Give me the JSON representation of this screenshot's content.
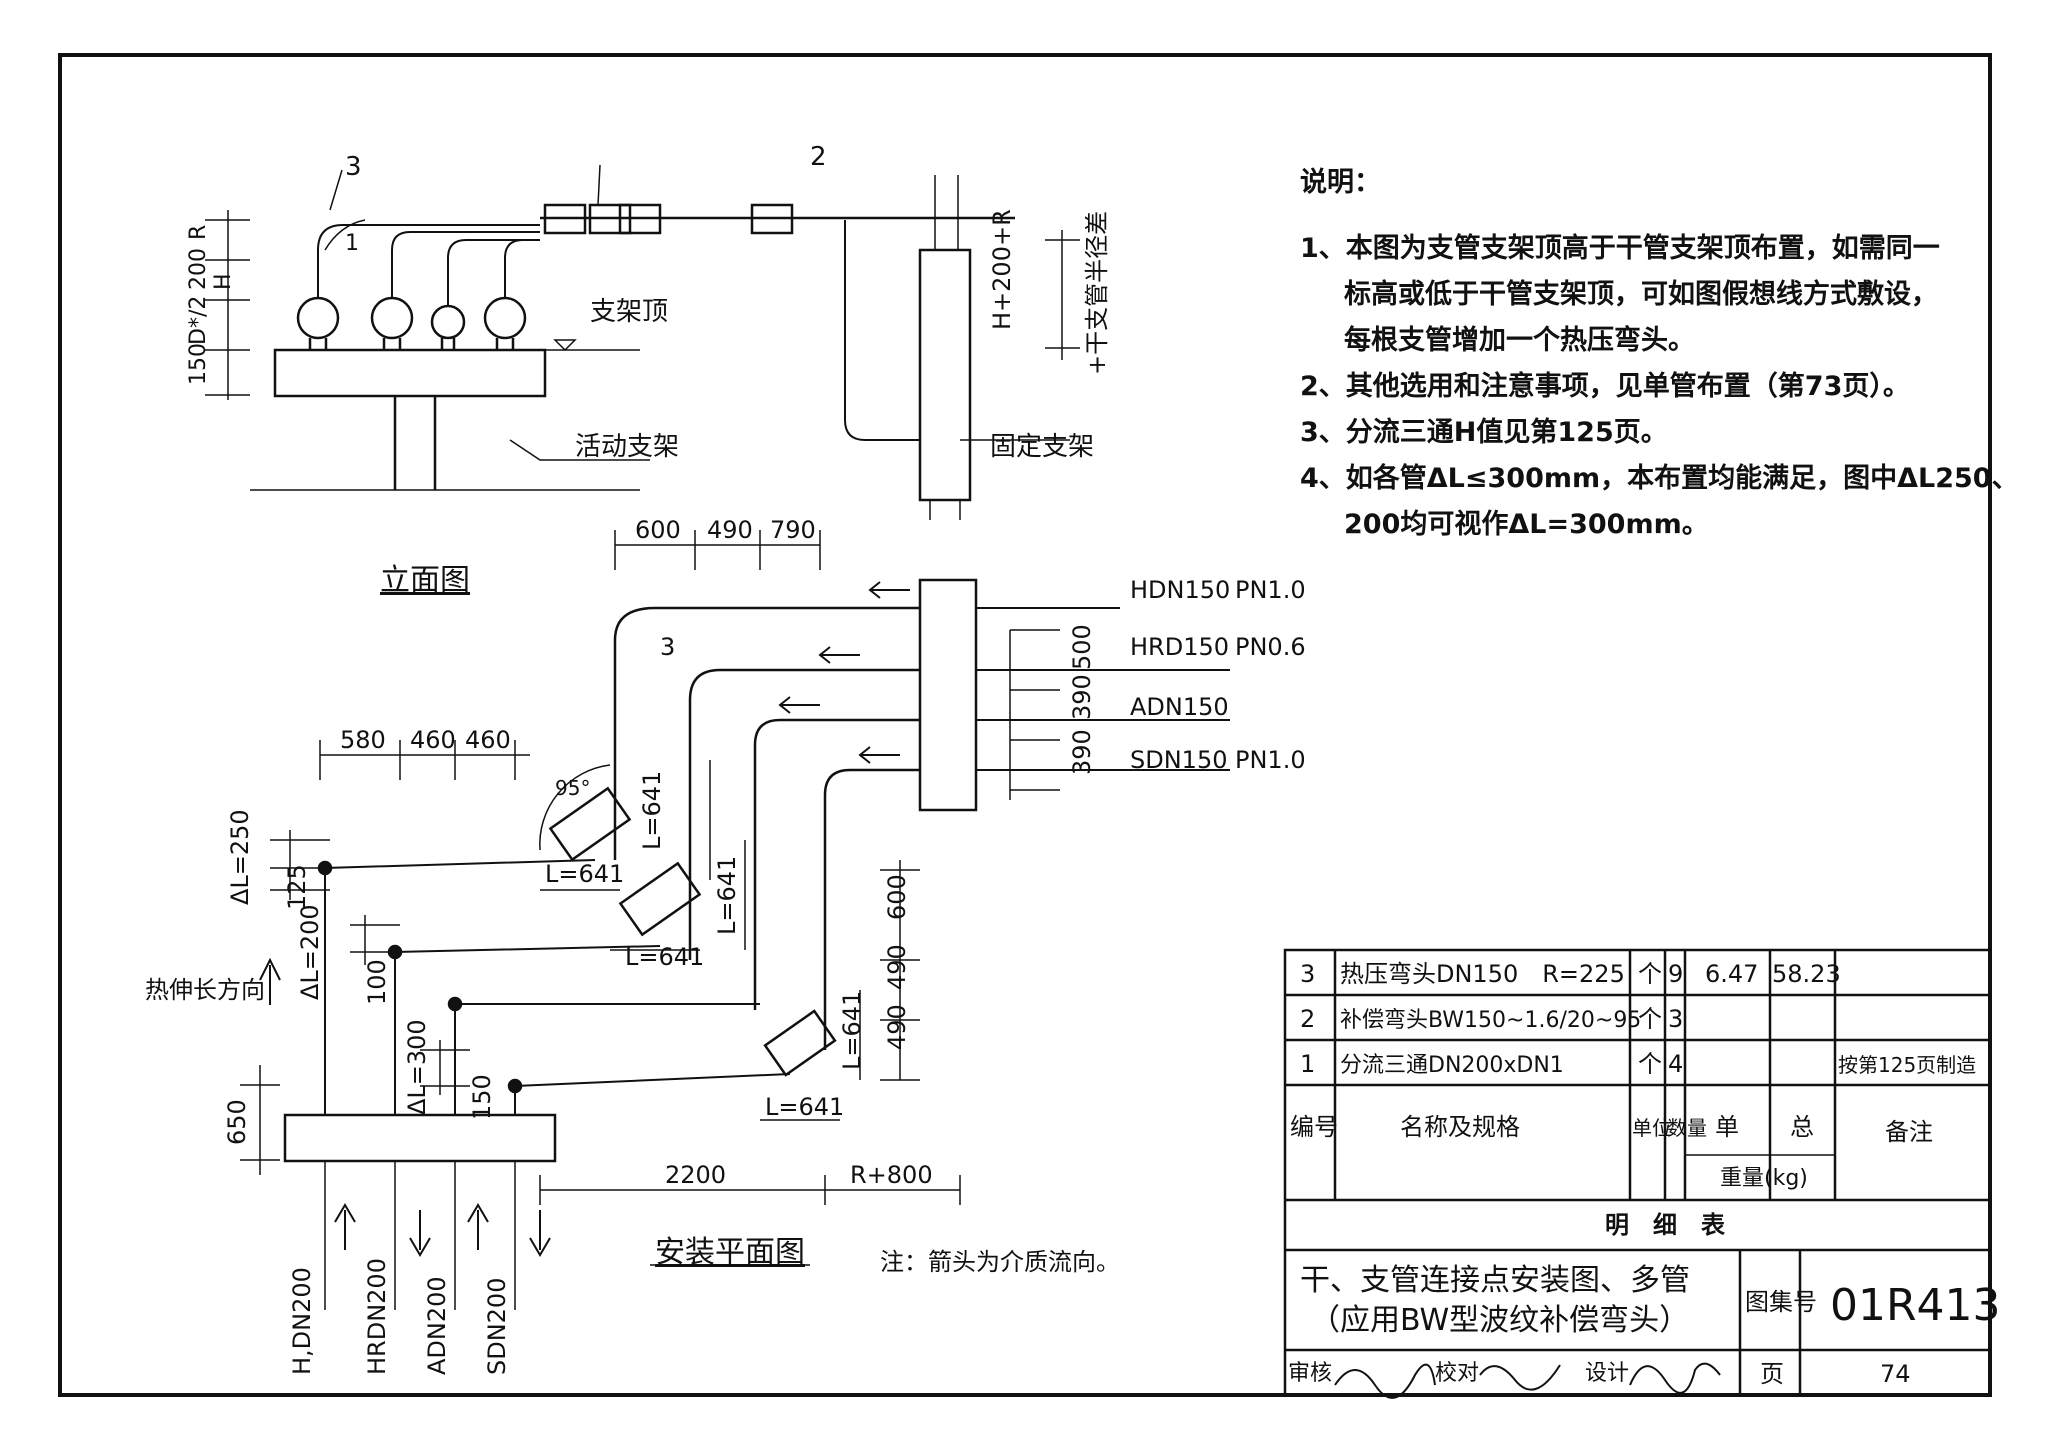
{
  "elevation": {
    "title": "立面图",
    "labels": {
      "support_top": "支架顶",
      "sliding_support": "活动支架",
      "fixed_support": "固定支架",
      "h200r": "H+200+R",
      "half_diff": "+干支管半径差",
      "dim150": "150",
      "dimD": "D*/2",
      "dimH": "H",
      "dim200": "200",
      "dimR": "R",
      "tag3": "3",
      "tag1": "1",
      "tag2": "2"
    }
  },
  "plan": {
    "title": "安装平面图",
    "note": "注：箭头为介质流向。",
    "top_dims": [
      "600",
      "490",
      "790"
    ],
    "left_dims": [
      "580",
      "460",
      "460"
    ],
    "angle": "95°",
    "tag3": "3",
    "pipes": [
      {
        "name": "HDN150",
        "pn": "PN1.0"
      },
      {
        "name": "HRD150",
        "pn": "PN0.6"
      },
      {
        "name": "ADN150",
        "pn": ""
      },
      {
        "name": "SDN150",
        "pn": "PN1.0"
      }
    ],
    "spacing": [
      "500",
      "390",
      "390"
    ],
    "L": "L=641",
    "dl250": "ΔL=250",
    "dl200": "ΔL=200",
    "dl300": "ΔL=300",
    "d125": "125",
    "d100": "100",
    "d150": "150",
    "d650": "650",
    "d600": "600",
    "d490a": "490",
    "d490b": "490",
    "thermal": "热伸长方向",
    "d2200": "2200",
    "dR800": "R+800",
    "mains": [
      "H,DN200",
      "HRDN200",
      "ADN200",
      "SDN200"
    ]
  },
  "notes": {
    "heading": "说明：",
    "items": [
      "1、本图为支管支架顶高于干管支架顶布置，如需同一",
      "标高或低于干管支架顶，可如图假想线方式敷设，",
      "每根支管增加一个热压弯头。",
      "2、其他选用和注意事项，见单管布置（第73页）。",
      "3、分流三通H值见第125页。",
      "4、如各管ΔL≤300mm，本布置均能满足，图中ΔL250、",
      "200均可视作ΔL=300mm。"
    ]
  },
  "bom": {
    "rows": [
      {
        "no": "3",
        "name": "热压弯头DN150　R=225",
        "unit": "个",
        "qty": "9",
        "unit_wt": "6.47",
        "total_wt": "58.23",
        "remark": ""
      },
      {
        "no": "2",
        "name": "补偿弯头BW150~1.6/20~95",
        "unit": "个",
        "qty": "3",
        "unit_wt": "",
        "total_wt": "",
        "remark": ""
      },
      {
        "no": "1",
        "name": "分流三通DN200xDN1",
        "unit": "个",
        "qty": "4",
        "unit_wt": "",
        "total_wt": "",
        "remark": "按第125页制造"
      }
    ],
    "head": {
      "no": "编号",
      "name": "名称及规格",
      "unit": "单位",
      "qty": "数量",
      "unit_wt": "单",
      "total_wt": "总",
      "weight": "重量(kg)",
      "remark": "备注"
    },
    "caption": "明　细　表"
  },
  "title_block": {
    "title1": "干、支管连接点安装图、多管",
    "title2": "（应用BW型波纹补偿弯头）",
    "atlas_label": "图集号",
    "atlas_no": "01R413",
    "review": "审核",
    "check": "校对",
    "design": "设计",
    "page_label": "页",
    "page_no": "74"
  }
}
